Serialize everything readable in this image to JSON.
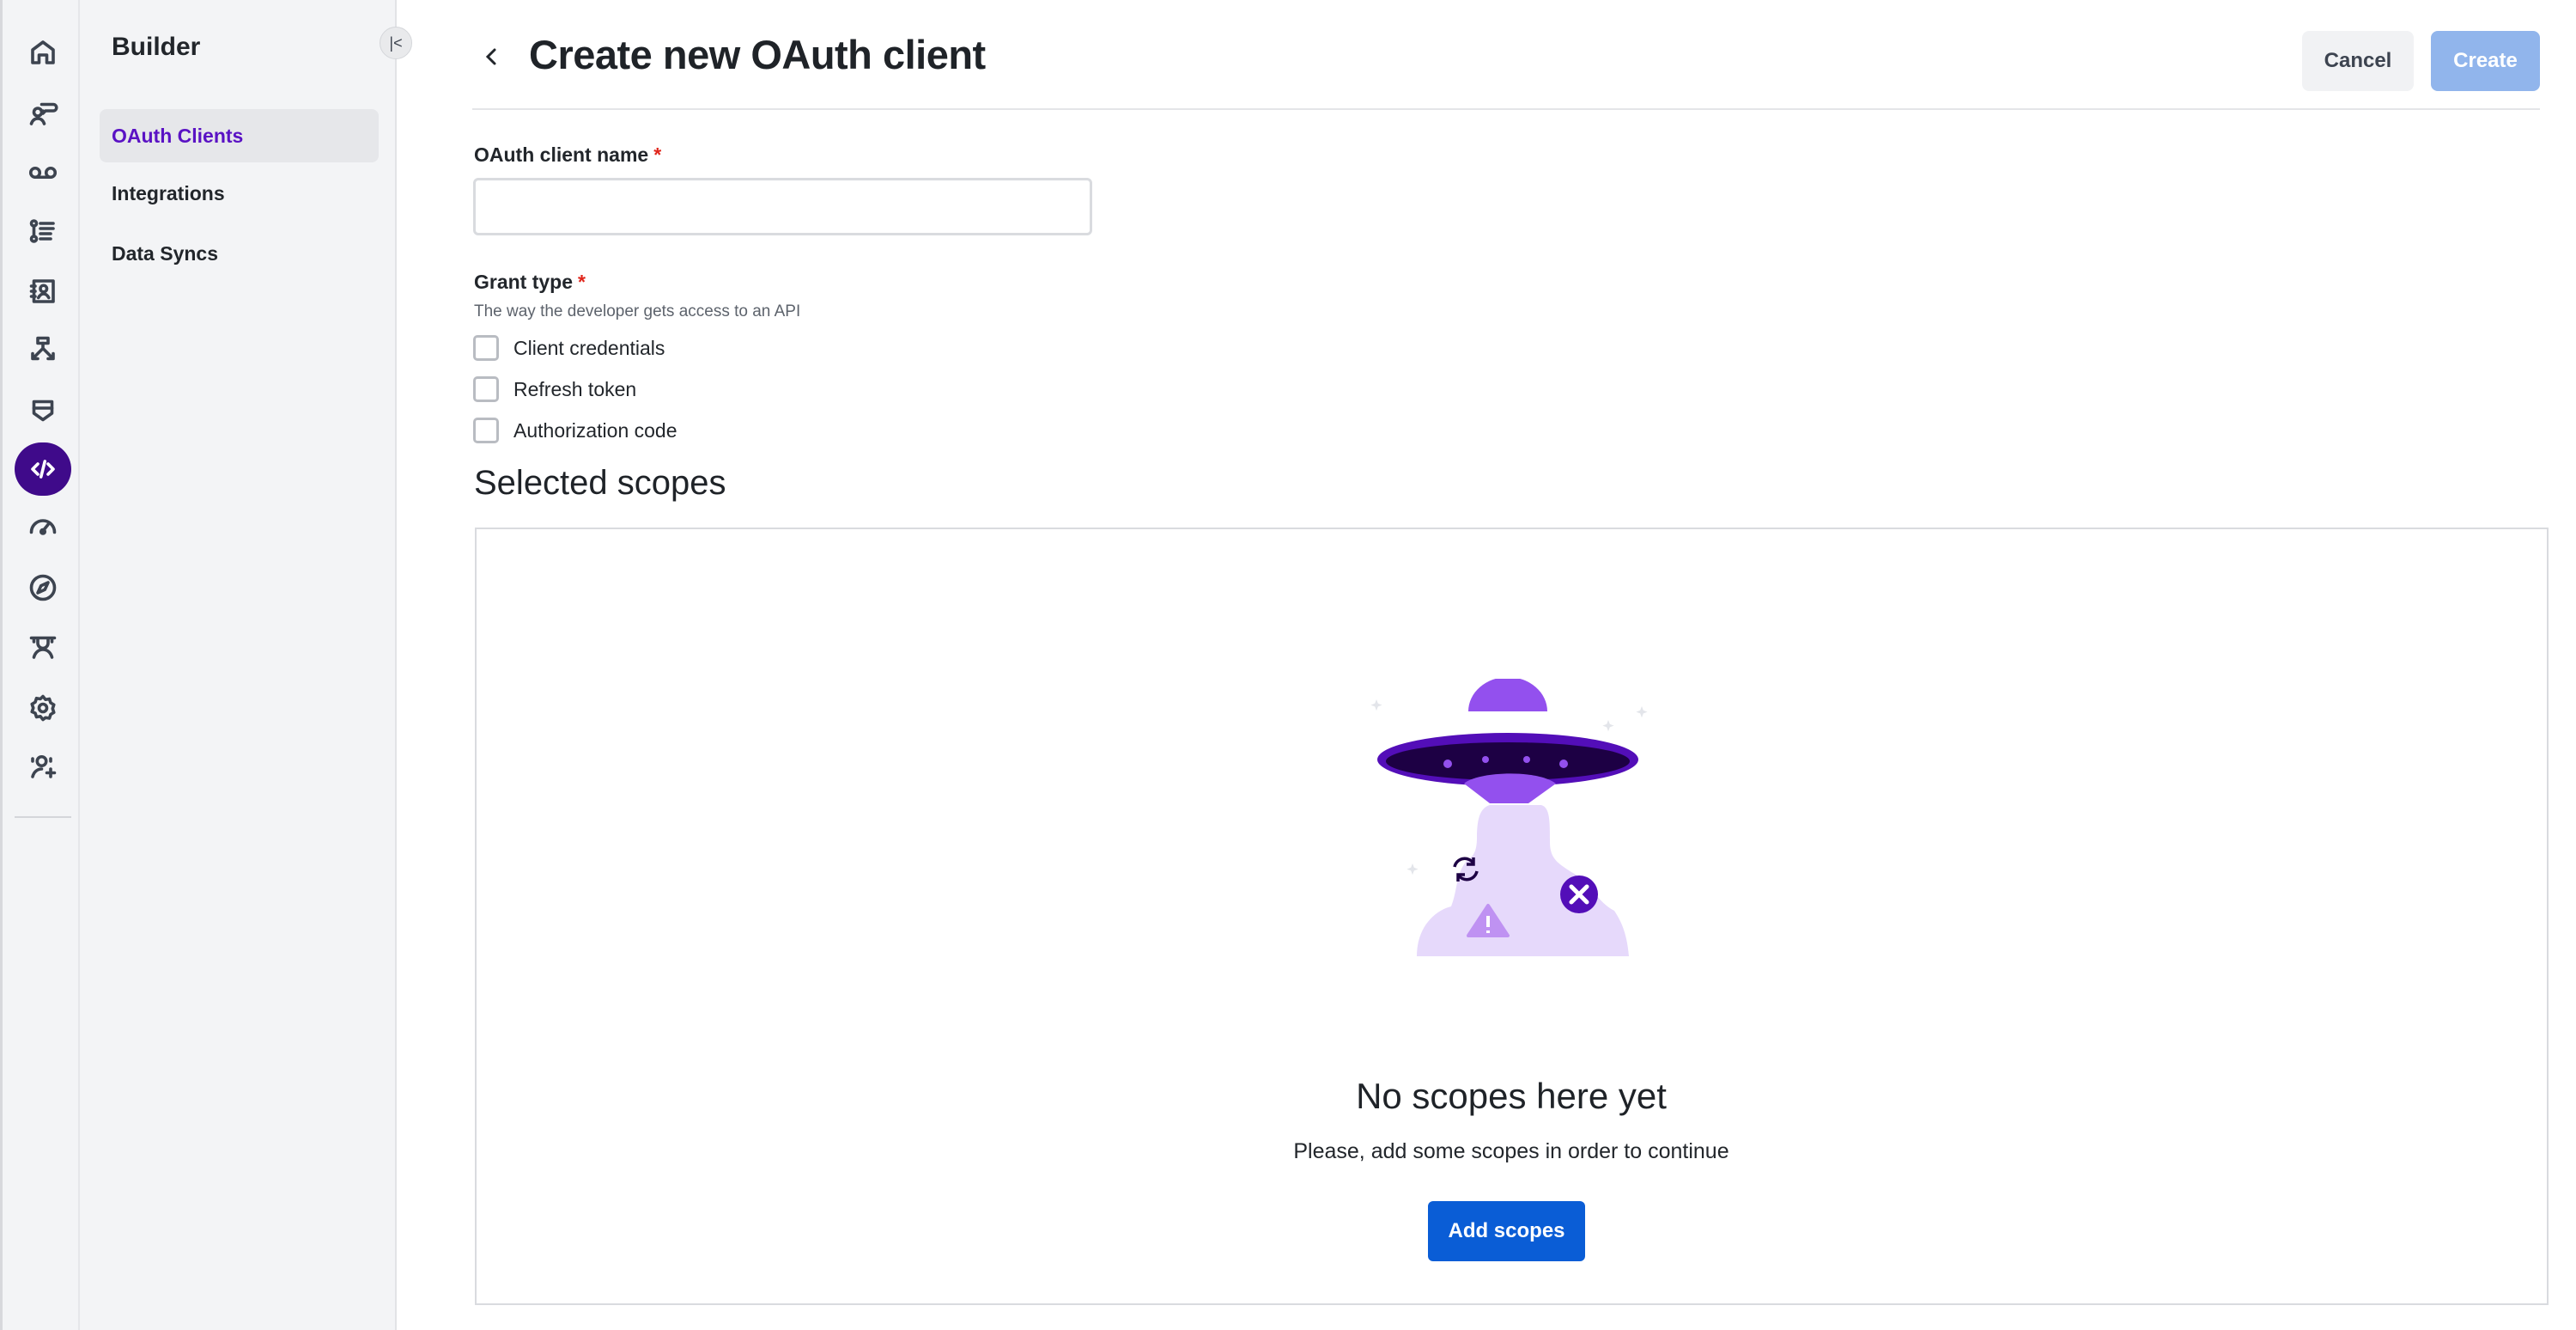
{
  "sidebar": {
    "icons": [
      "home-icon",
      "conversations-icon",
      "voicemail-icon",
      "list-icon",
      "contacts-icon",
      "flow-icon",
      "shield-icon",
      "code-icon",
      "dashboard-icon",
      "compass-icon",
      "agent-icon",
      "gear-icon",
      "add-user-icon"
    ],
    "active_icon": "code-icon"
  },
  "subnav": {
    "title": "Builder",
    "collapse_label": "|<",
    "items": [
      {
        "label": "OAuth Clients",
        "active": true
      },
      {
        "label": "Integrations",
        "active": false
      },
      {
        "label": "Data Syncs",
        "active": false
      }
    ]
  },
  "header": {
    "title": "Create new OAuth client",
    "cancel_label": "Cancel",
    "create_label": "Create"
  },
  "form": {
    "name_label": "OAuth client name",
    "required_mark": "*",
    "name_value": "",
    "grant_label": "Grant type",
    "grant_desc": "The way the developer gets access to an API",
    "grant_options": [
      {
        "label": "Client credentials",
        "checked": false
      },
      {
        "label": "Refresh token",
        "checked": false
      },
      {
        "label": "Authorization code",
        "checked": false
      }
    ]
  },
  "scopes": {
    "title": "Selected scopes",
    "empty_title": "No scopes here yet",
    "empty_desc": "Please, add some scopes in order to continue",
    "add_label": "Add scopes"
  },
  "colors": {
    "accent_purple": "#3f0a8a",
    "active_text": "#5a12c4",
    "primary_blue": "#0a5dd6",
    "disabled_blue": "#91b5ec",
    "required_red": "#e0251b"
  }
}
